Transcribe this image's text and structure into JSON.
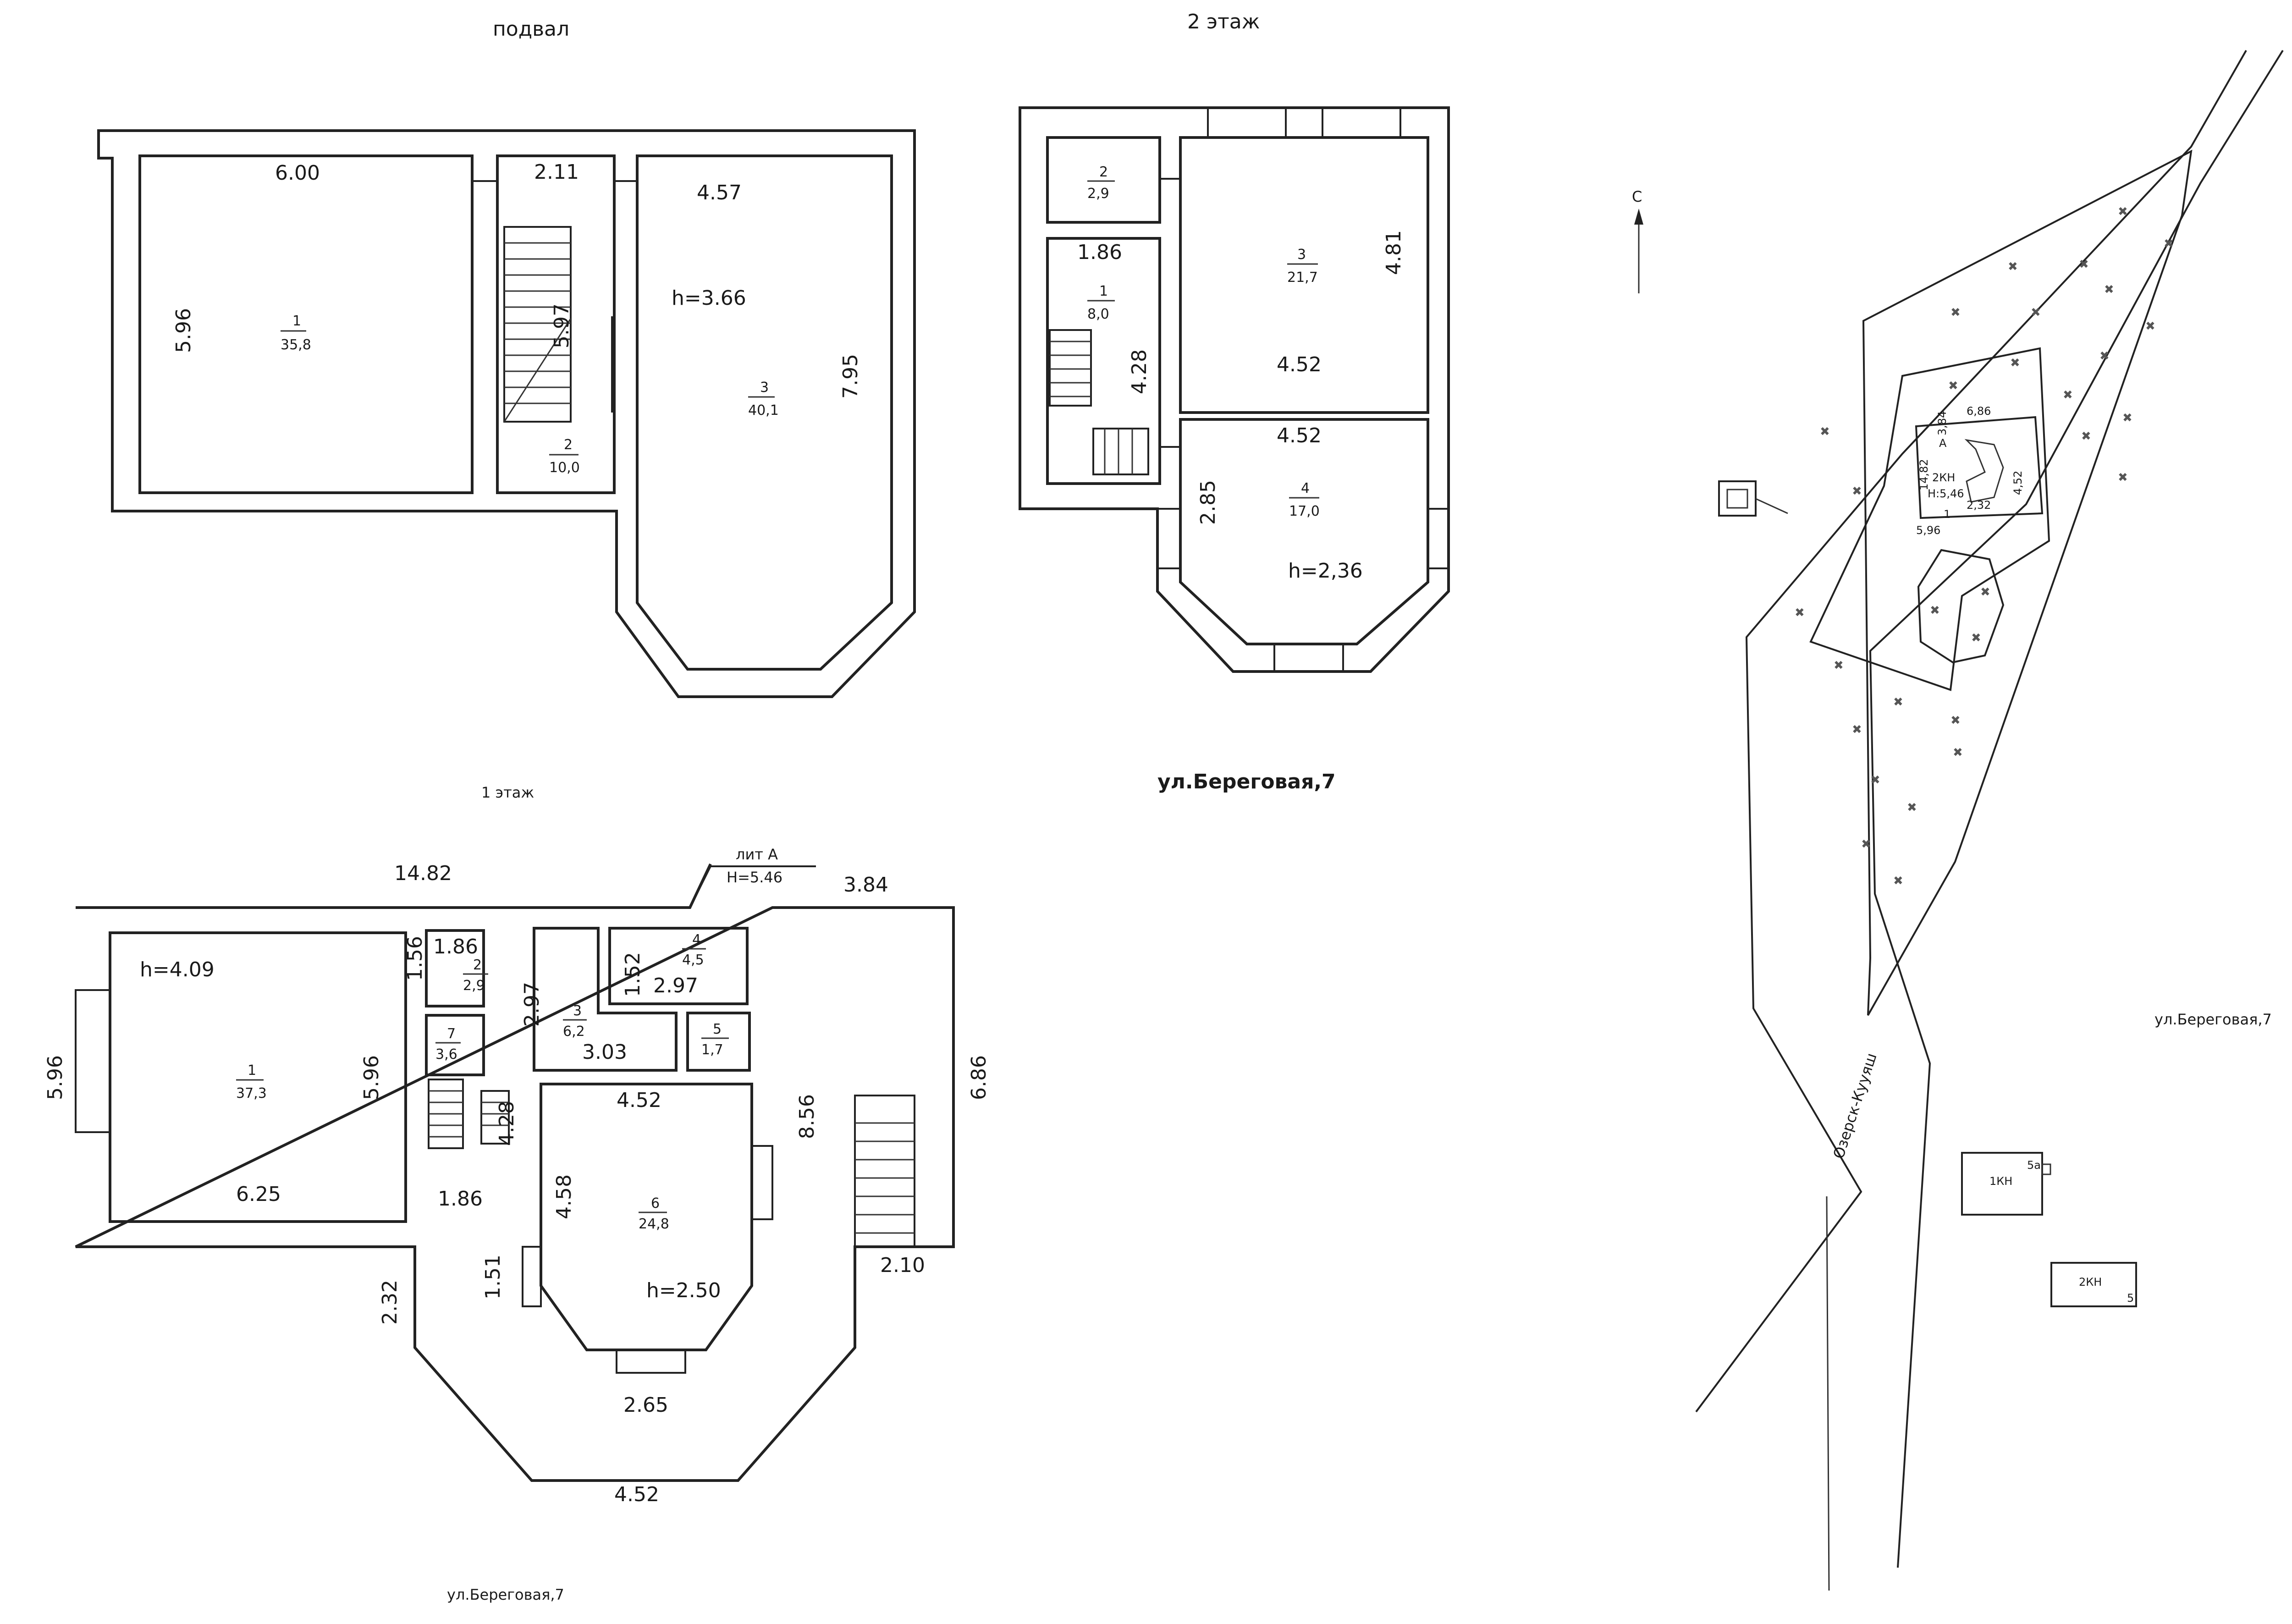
{
  "plans": {
    "basement": {
      "title": "подвал",
      "dims": {
        "d600": "6.00",
        "d596": "5.96",
        "d211": "2.11",
        "d597": "5.97",
        "d457": "4.57",
        "d795": "7.95"
      },
      "height": "h=3.66",
      "rooms": [
        {
          "num": "1",
          "area": "35,8"
        },
        {
          "num": "2",
          "area": "10,0"
        },
        {
          "num": "3",
          "area": "40,1"
        }
      ]
    },
    "floor2": {
      "title": "2  этаж",
      "dims": {
        "d186": "1.86",
        "d428": "4.28",
        "d481": "4.81",
        "d452a": "4.52",
        "d452b": "4.52",
        "d285": "2.85"
      },
      "height": "h=2,36",
      "rooms": [
        {
          "num": "2",
          "area": "2,9"
        },
        {
          "num": "1",
          "area": "8,0"
        },
        {
          "num": "3",
          "area": "21,7"
        },
        {
          "num": "4",
          "area": "17,0"
        }
      ],
      "caption": "ул.Береговая,7"
    },
    "floor1": {
      "title": "1  этаж",
      "lit": "лит А",
      "H": "H=5.46",
      "dims": {
        "d1482": "14.82",
        "d384": "3.84",
        "d596a": "5.96",
        "d596b": "5.96",
        "d625": "6.25",
        "d186a": "1.86",
        "d186b": "1.86",
        "d156": "1.56",
        "d297a": "2.97",
        "d152": "1.52",
        "d297b": "2.97",
        "d303": "3.03",
        "d452a": "4.52",
        "d856": "8.56",
        "d686": "6.86",
        "d458": "4.58",
        "d151": "1.51",
        "d232": "2.32",
        "d210": "2.10",
        "d265": "2.65",
        "d452b": "4.52",
        "d428": "4.28"
      },
      "heights": {
        "h1": "h=4.09",
        "h2": "h=2.50"
      },
      "rooms": [
        {
          "num": "1",
          "area": "37,3"
        },
        {
          "num": "2",
          "area": "2,9"
        },
        {
          "num": "4",
          "area": "4,5"
        },
        {
          "num": "3",
          "area": "6,2"
        },
        {
          "num": "7",
          "area": "3,6"
        },
        {
          "num": "5",
          "area": "1,7"
        },
        {
          "num": "6",
          "area": "24,8"
        }
      ],
      "caption": "ул.Береговая,7"
    }
  },
  "site": {
    "north": "С",
    "road": "Озерск-Кууяш",
    "address": "ул.Береговая,7",
    "house": {
      "label": "2КН",
      "height": "Н:5,46",
      "lit": "А",
      "d384": "3,84",
      "d686": "6,86",
      "d1482": "14,82",
      "d452": "4,52",
      "d232": "2,32",
      "d596": "5,96",
      "d1": "1"
    },
    "building_1kn": {
      "label": "1КН",
      "num": "5а"
    },
    "building_2kn": {
      "label": "2КН",
      "num": "5"
    }
  }
}
